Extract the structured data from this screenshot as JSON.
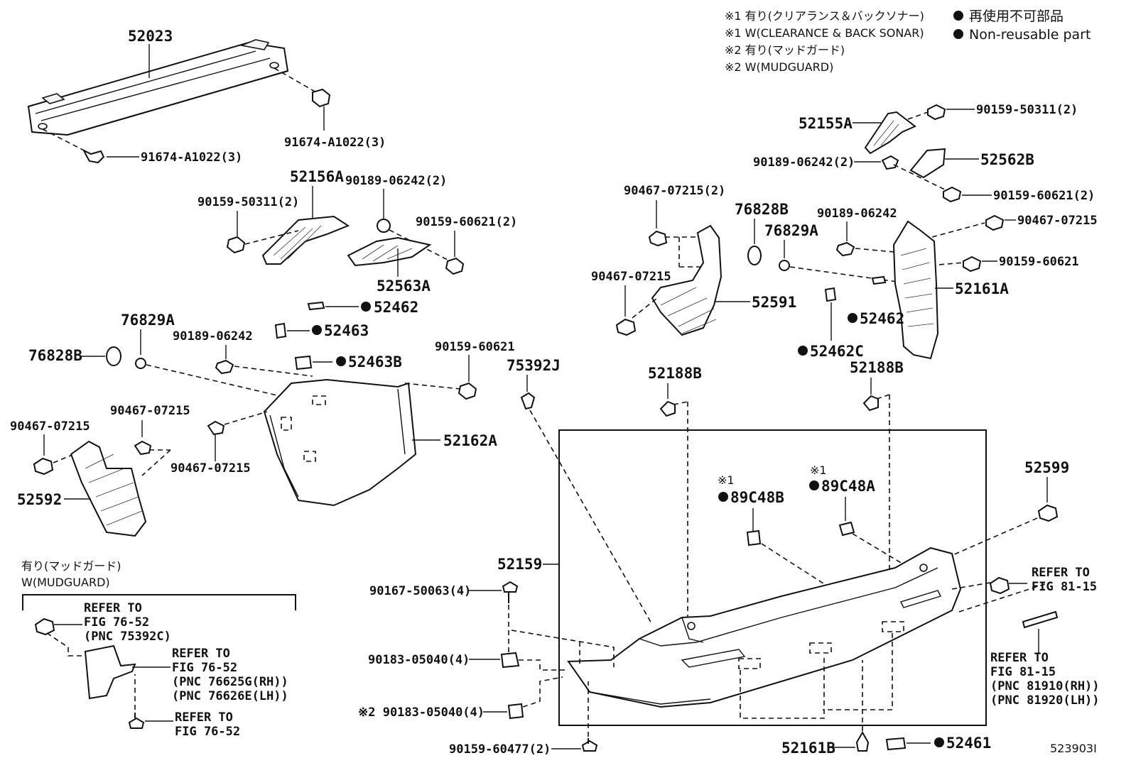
{
  "legend": {
    "line1": "※1 有り(クリアランス＆バックソナー)",
    "line2": "※1 W(CLEARANCE & BACK SONAR)",
    "line3": "※2 有り(マッドガード)",
    "line4": "※2 W(MUDGUARD)",
    "nonreuse_jp": "再使用不可部品",
    "nonreuse_en": "Non-reusable part"
  },
  "labels": {
    "p52023": "52023",
    "p91674_a": "91674-A1022(3)",
    "p91674_b": "91674-A1022(3)",
    "p52156A": "52156A",
    "p90189_a": "90189-06242(2)",
    "p90159_50311_a": "90159-50311(2)",
    "p90159_60621_a": "90159-60621(2)",
    "p52563A": "52563A",
    "p52462_a": "52462",
    "p52463": "52463",
    "p52463B": "52463B",
    "p76829A_a": "76829A",
    "p90189_06242_b": "90189-06242",
    "p76828B_a": "76828B",
    "p90159_60621_b": "90159-60621",
    "p75392J": "75392J",
    "p90467_a": "90467-07215",
    "p90467_b": "90467-07215",
    "p90467_c": "90467-07215",
    "p52162A": "52162A",
    "p52592": "52592",
    "p52155A": "52155A",
    "p90159_50311_b": "90159-50311(2)",
    "p90189_06242_c": "90189-06242(2)",
    "p52562B": "52562B",
    "p90159_60621_c": "90159-60621(2)",
    "p90467_07215_2": "90467-07215(2)",
    "p76828B_b": "76828B",
    "p76829A_b": "76829A",
    "p90189_06242_d": "90189-06242",
    "p90467_d": "90467-07215",
    "p90159_60621_d": "90159-60621",
    "p90467_e": "90467-07215",
    "p52591": "52591",
    "p52161A": "52161A",
    "p52462_b": "52462",
    "p52462C": "52462C",
    "p52188B_a": "52188B",
    "p52188B_b": "52188B",
    "p52599": "52599",
    "p89C48B_note": "※1",
    "p89C48B": "89C48B",
    "p89C48A_note": "※1",
    "p89C48A": "89C48A",
    "p52159": "52159",
    "p90167": "90167-50063(4)",
    "p90183_a": "90183-05040(4)",
    "p90183_b": "※2 90183-05040(4)",
    "p90159_60477": "90159-60477(2)",
    "p52161B": "52161B",
    "p52461": "52461",
    "diagram_id": "523903I"
  },
  "refs": {
    "fig8115_a_1": "REFER TO",
    "fig8115_a_2": "FIG 81-15",
    "fig8115_b_1": "REFER TO",
    "fig8115_b_2": "FIG 81-15",
    "fig8115_b_3": "(PNC 81910(RH))",
    "fig8115_b_4": "(PNC 81920(LH))"
  },
  "mudguard_box": {
    "title_jp": "有り(マッドガード)",
    "title_en": "W(MUDGUARD)",
    "ref1_1": "REFER TO",
    "ref1_2": "FIG 76-52",
    "ref1_3": "(PNC 75392C)",
    "ref2_1": "REFER TO",
    "ref2_2": "FIG 76-52",
    "ref2_3": "(PNC 76625G(RH))",
    "ref2_4": "(PNC 76626E(LH))",
    "ref3_1": "REFER TO",
    "ref3_2": "FIG 76-52"
  },
  "colors": {
    "ink": "#111111",
    "background": "#ffffff"
  }
}
